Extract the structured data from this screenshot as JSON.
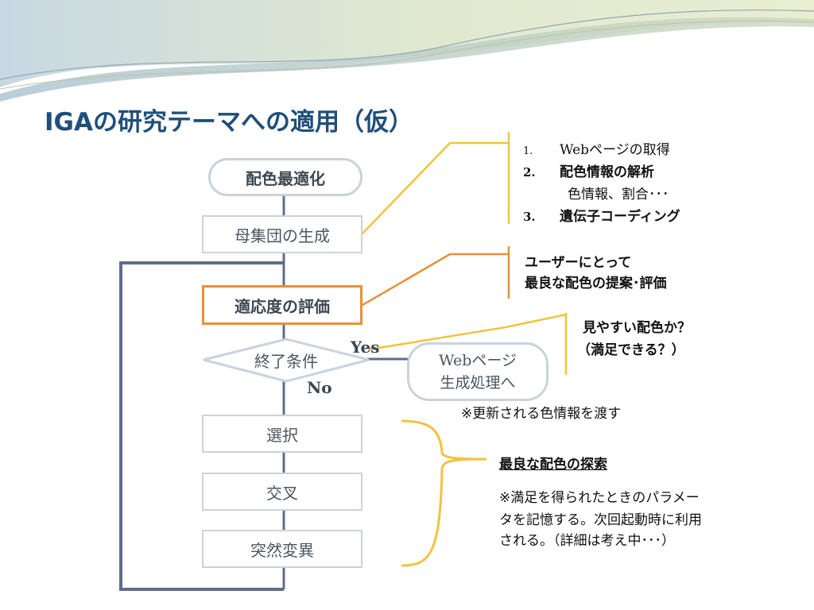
{
  "slide": {
    "title": "IGAの研究テーマへの適用（仮）"
  },
  "flow": {
    "start": "配色最適化",
    "init": "母集団の生成",
    "evaluate": "適応度の評価",
    "terminate": "終了条件",
    "yes": "Yes",
    "no": "No",
    "output": [
      "Webページ",
      "生成処理へ"
    ],
    "select": "選択",
    "crossover": "交叉",
    "mutation": "突然変異"
  },
  "notes": {
    "init_list": [
      {
        "num": "1.",
        "text": "Webページの取得",
        "bold": false
      },
      {
        "num": "2.",
        "text": "配色情報の解析",
        "bold": true,
        "sub": "色情報、割合･･･"
      },
      {
        "num": "3.",
        "text": "遺伝子コーディング",
        "bold": true
      }
    ],
    "evaluate": [
      "ユーザーにとって",
      "最良な配色の提案･評価"
    ],
    "terminate": [
      "見やすい配色か？",
      "（満足できる？）"
    ],
    "output_note": "※更新される色情報を渡す",
    "search_title": "最良な配色の探索",
    "search_body": [
      "※満足を得られたときのパラメー",
      "タを記憶する。次回起動時に利用",
      "される。（詳細は考え中･･･）"
    ]
  },
  "colors": {
    "title": "#1f4f7a",
    "box_border": "#c9d3dd",
    "highlight": "#e8903a",
    "callout_yellow": "#f2c33d",
    "callout_orange": "#e8903a",
    "loop_line": "#5f6d8a"
  }
}
